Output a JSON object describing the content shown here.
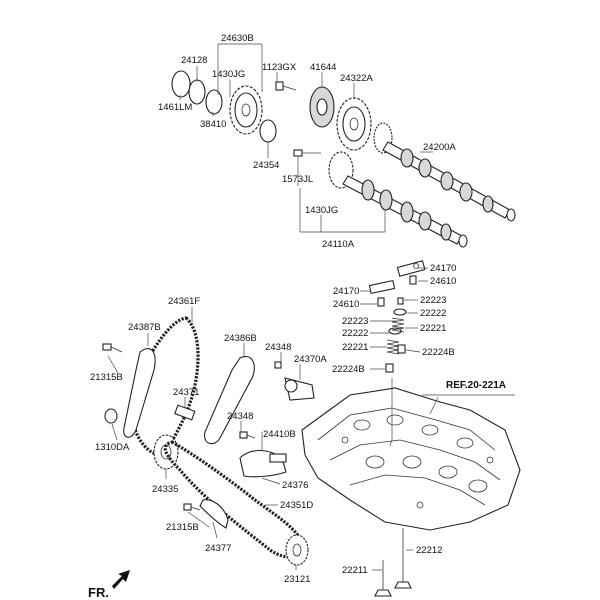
{
  "labels": {
    "l24630B": "24630B",
    "l24128": "24128",
    "l1430JG_a": "1430JG",
    "l1123GX": "1123GX",
    "l41644": "41644",
    "l24322A": "24322A",
    "l1461LM": "1461LM",
    "l38410": "38410",
    "l24200A": "24200A",
    "l24354": "24354",
    "l1573JL": "1573JL",
    "l1430JG_b": "1430JG",
    "l24110A": "24110A",
    "l24170_a": "24170",
    "l24610_a": "24610",
    "l24170_b": "24170",
    "l24610_b": "24610",
    "l22223_a": "22223",
    "l22222_a": "22222",
    "l22223_b": "22223",
    "l22222_b": "22222",
    "l22221_a": "22221",
    "l22221_b": "22221",
    "l22224B_a": "22224B",
    "l22224B_b": "22224B",
    "l24361F": "24361F",
    "l24387B": "24387B",
    "l24386B": "24386B",
    "l24348_a": "24348",
    "l24370A": "24370A",
    "l21315B_a": "21315B",
    "l24371": "24371",
    "l24348_b": "24348",
    "l1310DA": "1310DA",
    "l24410B": "24410B",
    "l24335": "24335",
    "l24376": "24376",
    "l24351D": "24351D",
    "l21315B_b": "21315B",
    "l24377": "24377",
    "l23121": "23121",
    "l22211": "22211",
    "l22212": "22212",
    "ref": "REF.20-221A",
    "fr": "FR."
  }
}
